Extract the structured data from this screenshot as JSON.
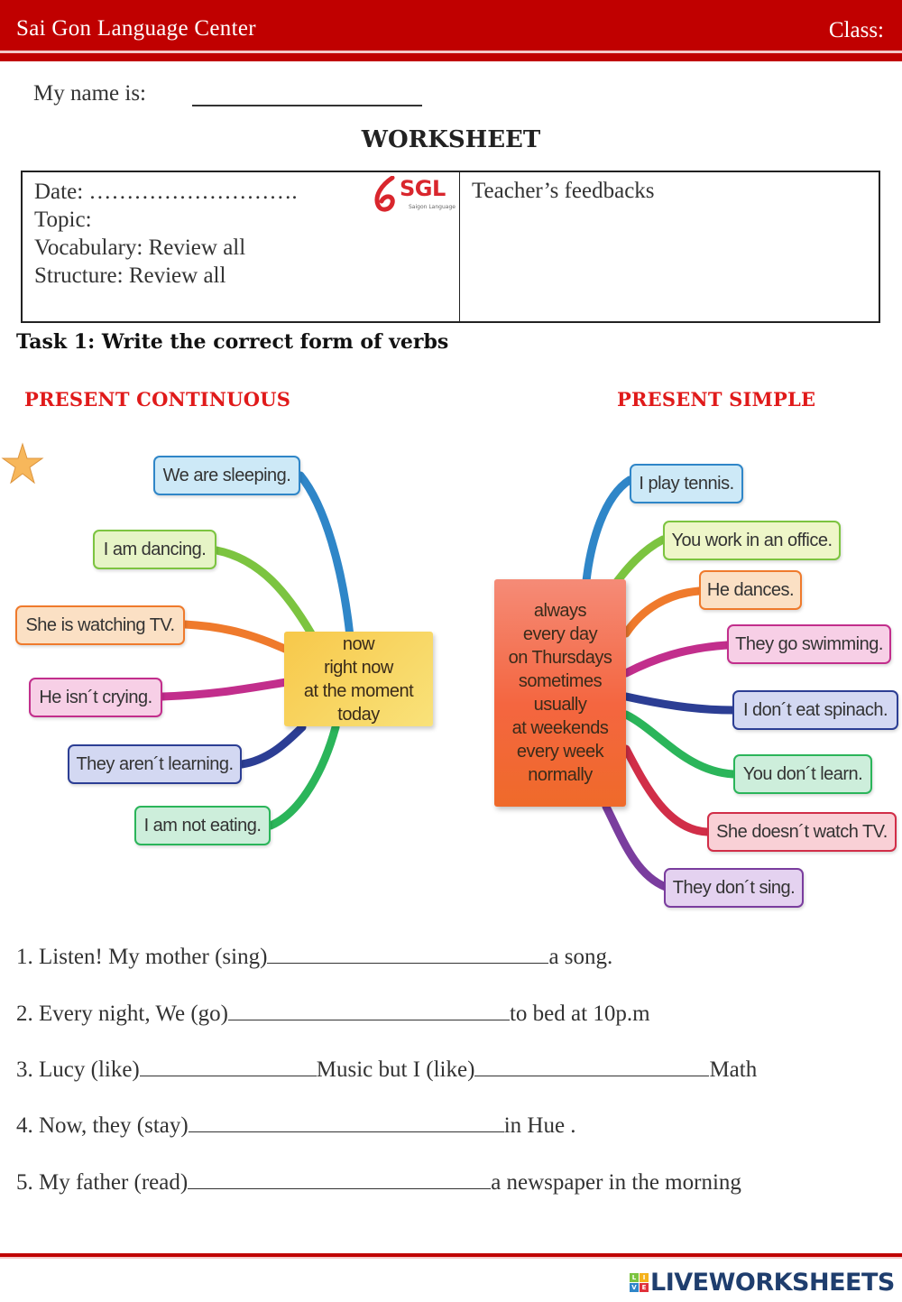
{
  "header": {
    "school_name": "Sai Gon Language Center",
    "class_label": "Class:",
    "brand_color": "#c00000"
  },
  "name_row": {
    "label": "My name is:"
  },
  "worksheet_title": "WORKSHEET",
  "info_box": {
    "date": "Date: ……………………….",
    "topic": "Topic:",
    "vocabulary": "Vocabulary: Review all",
    "structure": "Structure: Review all",
    "logo_text": "SGL",
    "logo_subtext": "Saigon Language",
    "feedback_label": "Teacher’s feedbacks"
  },
  "task1": {
    "title": "Task 1: Write the correct form of verbs"
  },
  "sections": {
    "left_label": "PRESENT CONTINUOUS",
    "right_label": "PRESENT SIMPLE",
    "label_color": "#e01a1a"
  },
  "mindmap_continuous": {
    "center_lines": [
      "now",
      "right now",
      "at the moment",
      "today"
    ],
    "nodes": [
      {
        "text": "We are sleeping.",
        "color": "#2f86c8",
        "bg": "#cde9f7"
      },
      {
        "text": "I am dancing.",
        "color": "#7cc440",
        "bg": "#e6f4c6"
      },
      {
        "text": "She is watching TV.",
        "color": "#ef7a2c",
        "bg": "#fbe0c4"
      },
      {
        "text": "He isn´t crying.",
        "color": "#c22e8c",
        "bg": "#f7cfe6"
      },
      {
        "text": "They aren´t learning.",
        "color": "#2c3e94",
        "bg": "#d3d8f2"
      },
      {
        "text": "I am not eating.",
        "color": "#2bb55a",
        "bg": "#cdeedb"
      }
    ]
  },
  "mindmap_simple": {
    "center_lines": [
      "always",
      "every day",
      "on Thursdays",
      "sometimes",
      "usually",
      "at weekends",
      "every week",
      "normally"
    ],
    "nodes": [
      {
        "text": "I play tennis.",
        "color": "#2f86c8",
        "bg": "#cde9f7"
      },
      {
        "text": "You work in an office.",
        "color": "#7cc440",
        "bg": "#eef6c8"
      },
      {
        "text": "He dances.",
        "color": "#ef7a2c",
        "bg": "#fbe0c4"
      },
      {
        "text": "They go swimming.",
        "color": "#c22e8c",
        "bg": "#f7cfe6"
      },
      {
        "text": "I don´t eat spinach.",
        "color": "#2c3e94",
        "bg": "#d3d8f2"
      },
      {
        "text": "You don´t learn.",
        "color": "#2bb55a",
        "bg": "#cdeedb"
      },
      {
        "text": "She doesn´t watch TV.",
        "color": "#d12e48",
        "bg": "#f9d0d6"
      },
      {
        "text": "They don´t sing.",
        "color": "#7a3d9e",
        "bg": "#e4d2f0"
      }
    ]
  },
  "exercises": [
    {
      "num": "1.",
      "before": "Listen! My mother (sing)",
      "after": "a song."
    },
    {
      "num": "2.",
      "before": "Every night, We (go)",
      "after": "to bed at 10p.m"
    },
    {
      "num": "3.",
      "before": "Lucy (like)",
      "middle": "Music but I (like)",
      "after": "Math"
    },
    {
      "num": "4.",
      "before": "Now, they (stay)",
      "after": "in Hue ."
    },
    {
      "num": "5.",
      "before": "My father (read)",
      "after": "a newspaper in the morning"
    }
  ],
  "footer": {
    "logo_text": "LIVEWORKSHEETS",
    "logo_letters": [
      "L",
      "I",
      "V",
      "E"
    ],
    "logo_color": "#1f3e6e"
  }
}
